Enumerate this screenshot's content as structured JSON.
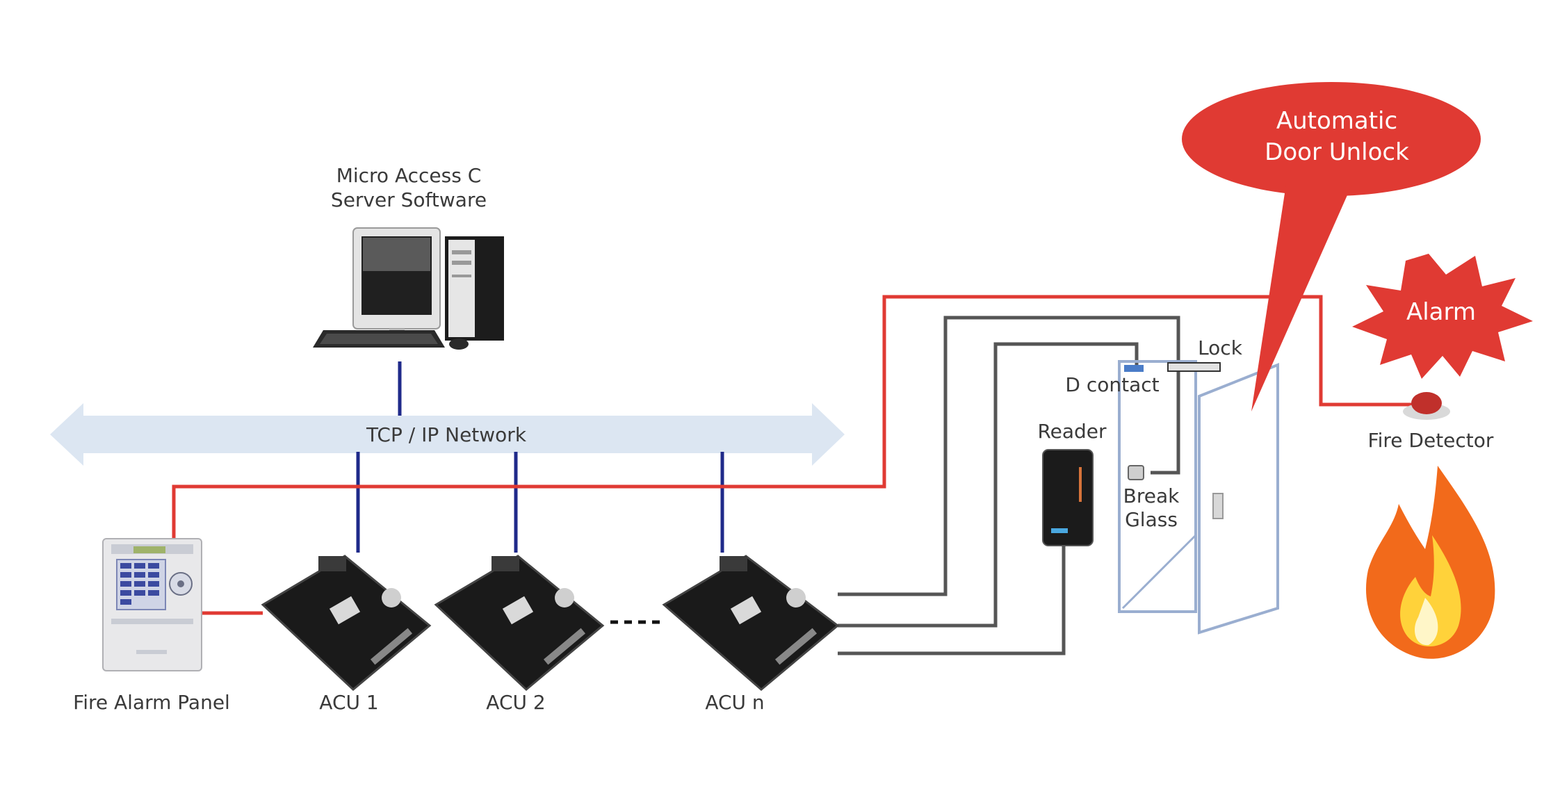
{
  "labels": {
    "server_line1": "Micro Access C",
    "server_line2": "Server Software",
    "network": "TCP / IP Network",
    "fire_alarm_panel": "Fire Alarm Panel",
    "acu1": "ACU 1",
    "acu2": "ACU 2",
    "acun": "ACU n",
    "reader": "Reader",
    "lock": "Lock",
    "d_contact": "D contact",
    "break_line1": "Break",
    "break_line2": "Glass",
    "fire_detector": "Fire Detector",
    "alarm": "Alarm",
    "bubble_line1": "Automatic",
    "bubble_line2": "Door Unlock"
  },
  "colors": {
    "alarm_red": "#e03a33",
    "network_blue": "#1f2a8a",
    "network_arrow": "#dce6f2",
    "wire_gray": "#555555",
    "pcb": "#1a1a1a"
  }
}
